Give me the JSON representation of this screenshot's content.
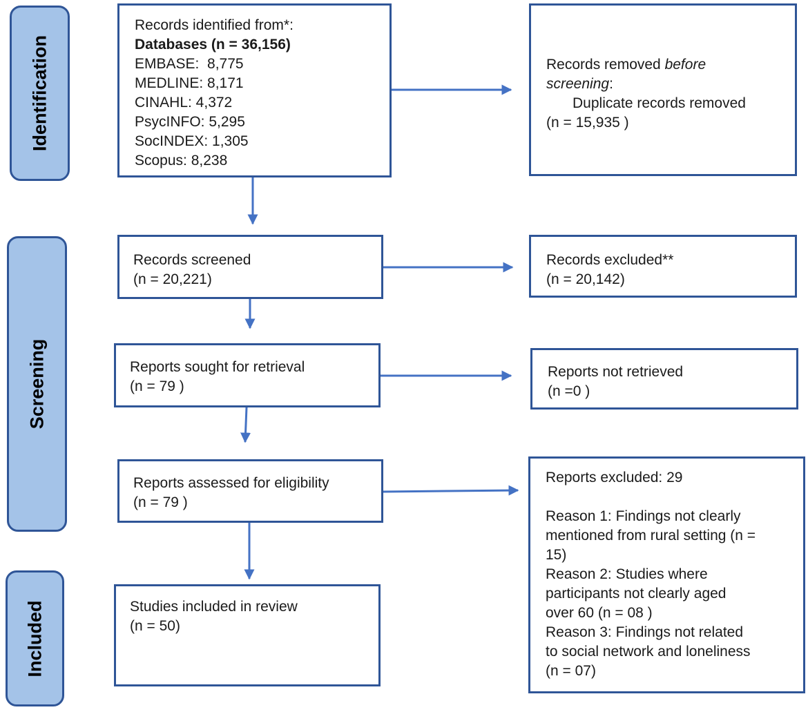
{
  "phases": {
    "identification": "Identification",
    "screening": "Screening",
    "included": "Included"
  },
  "boxes": {
    "records_identified": {
      "title": "Records identified from*:",
      "databases": "Databases (n = 36,156)",
      "sources": [
        "EMBASE:  8,775",
        "MEDLINE: 8,171",
        "CINAHL: 4,372",
        "PsycINFO: 5,295",
        "SocINDEX: 1,305",
        "Scopus: 8,238"
      ]
    },
    "records_removed": {
      "title_prefix": "Records removed ",
      "title_italic_1": "before",
      "title_italic_2": "screening",
      "title_suffix": ":",
      "item": "Duplicate records removed",
      "count": "(n = 15,935 )"
    },
    "records_screened": {
      "title": "Records screened",
      "count": "(n = 20,221)"
    },
    "records_excluded": {
      "title": "Records excluded**",
      "count": "(n = 20,142)"
    },
    "reports_sought": {
      "title": "Reports sought for retrieval",
      "count": "(n = 79 )"
    },
    "reports_not_retrieved": {
      "title": "Reports not retrieved",
      "count": "(n =0 )"
    },
    "reports_assessed": {
      "title": "Reports assessed for eligibility",
      "count": "(n = 79 )"
    },
    "reports_excluded": {
      "title": "Reports excluded: 29",
      "lines": [
        "Reason 1: Findings not clearly",
        "mentioned from rural setting (n =",
        "15)",
        "Reason 2: Studies where",
        "participants not clearly aged",
        "over 60 (n = 08 )",
        "Reason 3: Findings not related",
        "to social network and loneliness",
        "(n = 07)"
      ]
    },
    "studies_included": {
      "title": "Studies included in review",
      "count": "(n = 50)"
    }
  },
  "colors": {
    "border": "#2f5597",
    "phase_fill": "#a4c3e8",
    "arrow": "#4472c4"
  }
}
